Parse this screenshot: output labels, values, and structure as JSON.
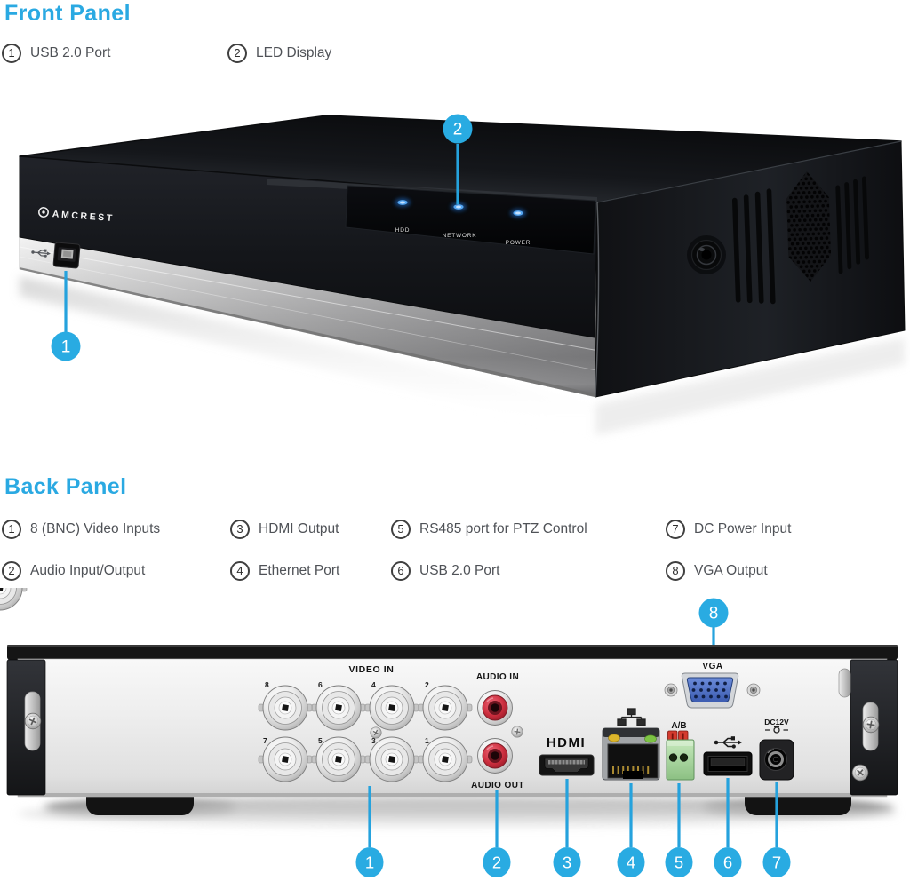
{
  "colors": {
    "accent": "#29abe2",
    "heading": "#2aa9e2",
    "callout_line": "#25a2dd",
    "legend_text": "#4f5257"
  },
  "front": {
    "title": "Front Panel",
    "legend": [
      {
        "num": "1",
        "label": "USB 2.0 Port"
      },
      {
        "num": "2",
        "label": "LED Display"
      }
    ],
    "brand": "AMCREST",
    "led_labels": {
      "hdd": "HDD",
      "network": "NETWORK",
      "power": "POWER"
    },
    "callouts": {
      "c1": "1",
      "c2": "2"
    }
  },
  "back": {
    "title": "Back Panel",
    "legend": [
      {
        "num": "1",
        "label": "8 (BNC) Video Inputs"
      },
      {
        "num": "2",
        "label": "Audio Input/Output"
      },
      {
        "num": "3",
        "label": "HDMI Output"
      },
      {
        "num": "4",
        "label": "Ethernet Port"
      },
      {
        "num": "5",
        "label": "RS485 port for PTZ Control"
      },
      {
        "num": "6",
        "label": "USB 2.0 Port"
      },
      {
        "num": "7",
        "label": "DC Power Input"
      },
      {
        "num": "8",
        "label": "VGA Output"
      }
    ],
    "labels": {
      "video_in": "VIDEO IN",
      "audio_in": "AUDIO IN",
      "audio_out": "AUDIO OUT",
      "hdmi": "HDMI",
      "ab": "A/B",
      "vga": "VGA",
      "dc": "DC12V"
    },
    "bnc_top": [
      "8",
      "6",
      "4",
      "2"
    ],
    "bnc_bottom": [
      "7",
      "5",
      "3",
      "1"
    ],
    "callouts": [
      "1",
      "2",
      "3",
      "4",
      "5",
      "6",
      "7",
      "8"
    ]
  }
}
